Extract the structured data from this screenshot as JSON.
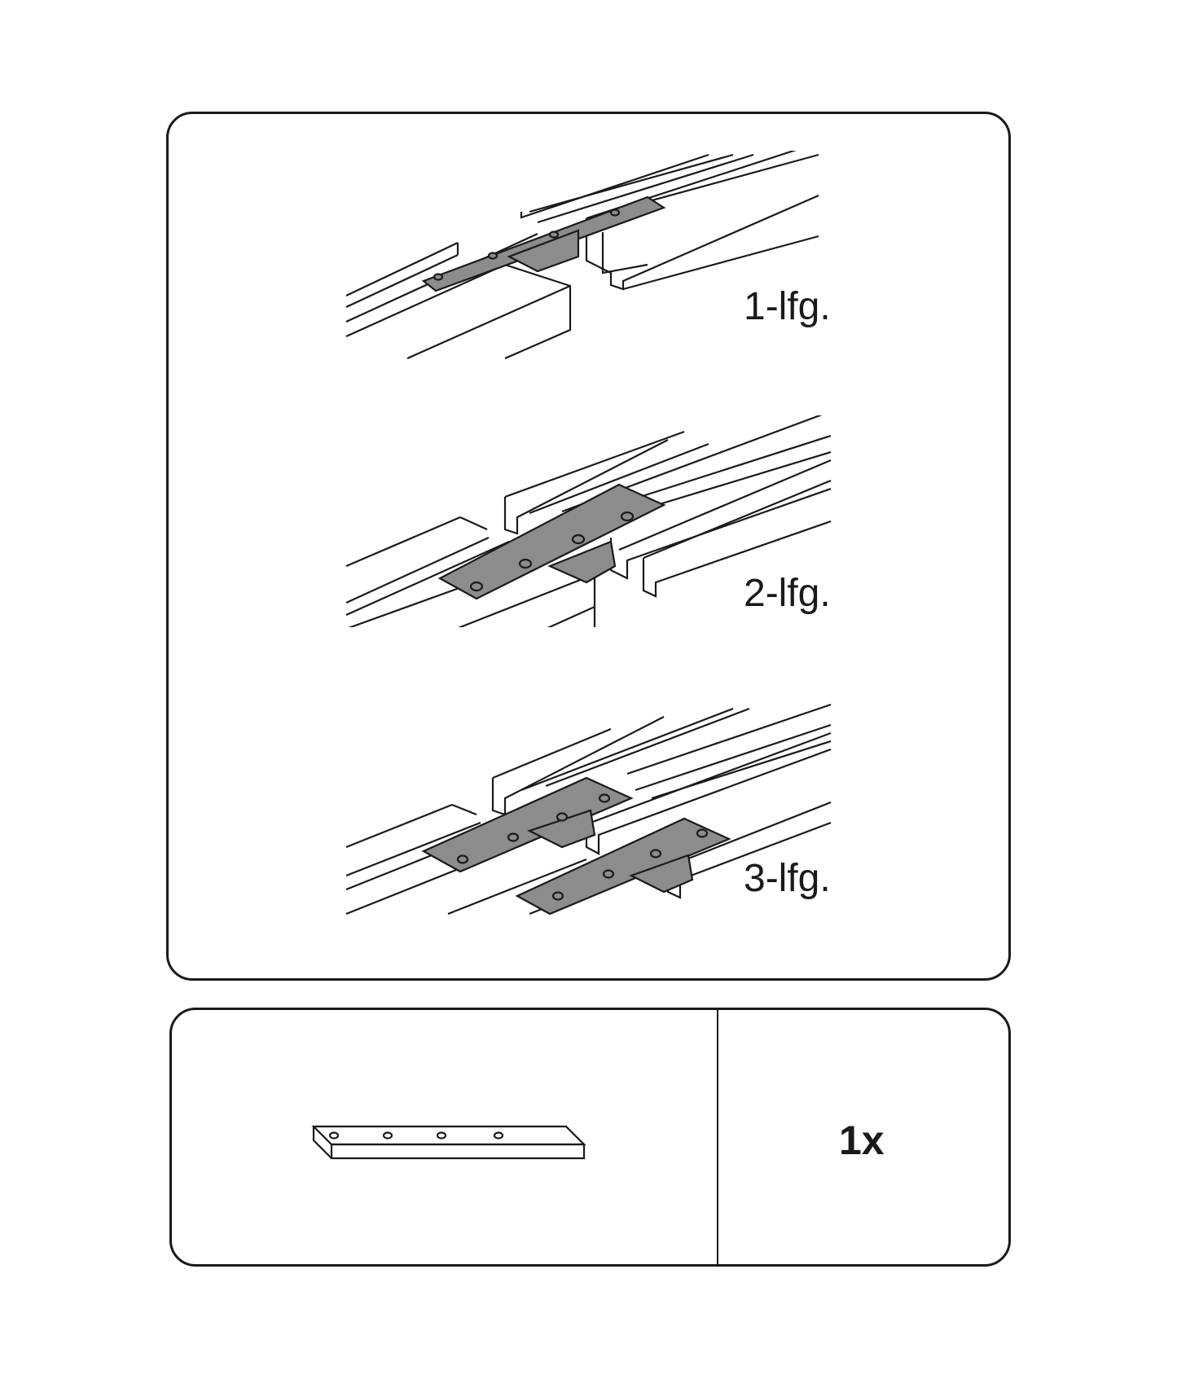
{
  "top_panel": {
    "variants": [
      {
        "id": "single",
        "label": "1-lfg.",
        "tracks": 1
      },
      {
        "id": "double",
        "label": "2-lfg.",
        "tracks": 2
      },
      {
        "id": "triple",
        "label": "3-lfg.",
        "tracks": 3
      }
    ]
  },
  "bottom_panel": {
    "part": {
      "name": "connector-plate",
      "holes": 4
    },
    "quantity": "1x"
  },
  "colors": {
    "line": "#1a1a1a",
    "plate_fill": "#8c8c8c",
    "background": "#ffffff"
  }
}
